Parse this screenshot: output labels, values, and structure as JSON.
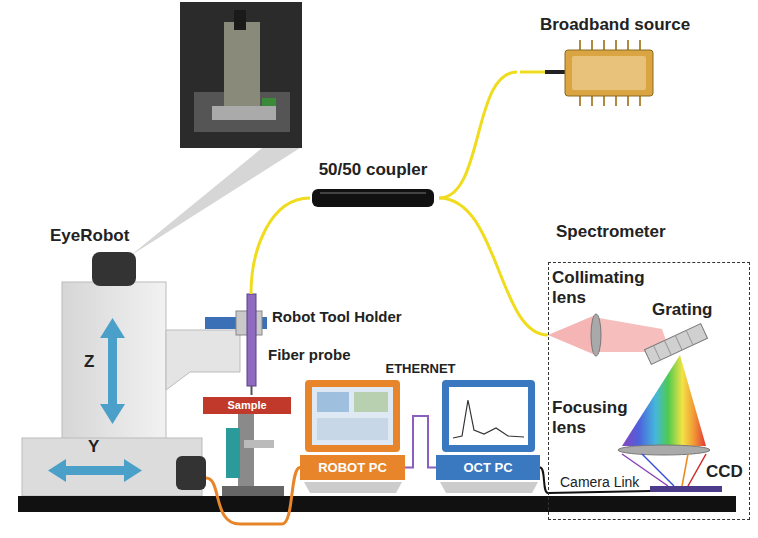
{
  "diagram": {
    "nodes": [
      {
        "text": [
          "EyeRobot"
        ]
      },
      {
        "text": [
          "Broadband source"
        ]
      },
      {
        "text": [
          "50/50 coupler"
        ]
      },
      {
        "text": [
          "Spectrometer"
        ]
      },
      {
        "text": [
          "Sample"
        ]
      },
      {
        "text": [
          "ROBOT PC"
        ]
      },
      {
        "text": [
          "OCT PC"
        ]
      }
    ],
    "edges": [
      {
        "from": 1,
        "to": 2,
        "arrow": "none"
      },
      {
        "from": 2,
        "to": 3,
        "arrow": "none"
      },
      {
        "from": 5,
        "to": 6,
        "label": "ETHERNET",
        "arrow": "none"
      },
      {
        "from": 6,
        "to": 3,
        "label": "Camera Link",
        "arrow": "none"
      },
      {
        "from": 0,
        "to": 5,
        "arrow": "none"
      }
    ],
    "labels": [
      "Z",
      "Y",
      "Robot Tool Holder",
      "Fiber probe",
      "Collimating lens",
      "Grating",
      "Focusing lens",
      "CCD"
    ]
  }
}
